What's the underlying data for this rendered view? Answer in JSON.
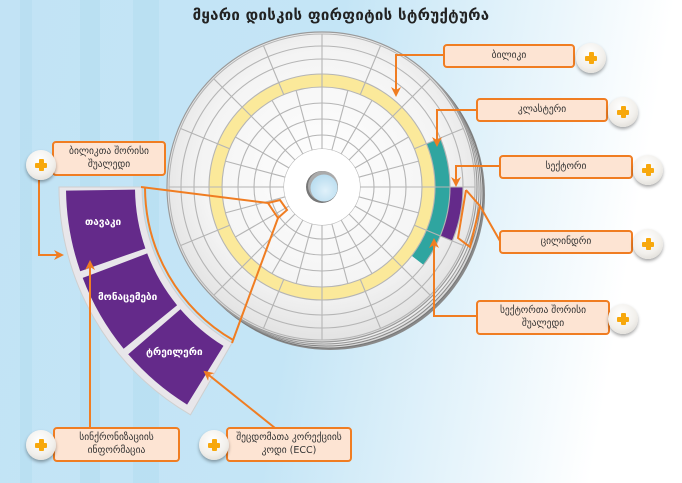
{
  "title": "მყარი დისკის ფირფიტის სტრუქტურა",
  "colors": {
    "accent_orange": "#f07d22",
    "callout_fill": "#fde4d3",
    "track_yellow": "#fbe99a",
    "cluster_teal": "#2fa5a0",
    "sector_purple": "#642a8a",
    "plus_icon": "#f7a80d"
  },
  "callouts": {
    "track": "ბილიკი",
    "cluster": "კლასტერი",
    "sector": "სექტორი",
    "cylinder": "ცილინდრი",
    "intersector_gap": "სექტორთა შორისი შუალედი",
    "intertrack_gap": "ბილიკთა შორისი შუალედი",
    "sync_info": "სინქრონიზაციის ინფორმაცია",
    "ecc": "შეცდომათა კორექციის კოდი (ECC)"
  },
  "sector_detail": {
    "header": "თავაკი",
    "data": "მონაცემები",
    "trailer": "ტრეილერი"
  },
  "icons": {
    "expand": "plus-icon",
    "pointer": "arrow-icon",
    "platter": "disk-platter-icon"
  }
}
